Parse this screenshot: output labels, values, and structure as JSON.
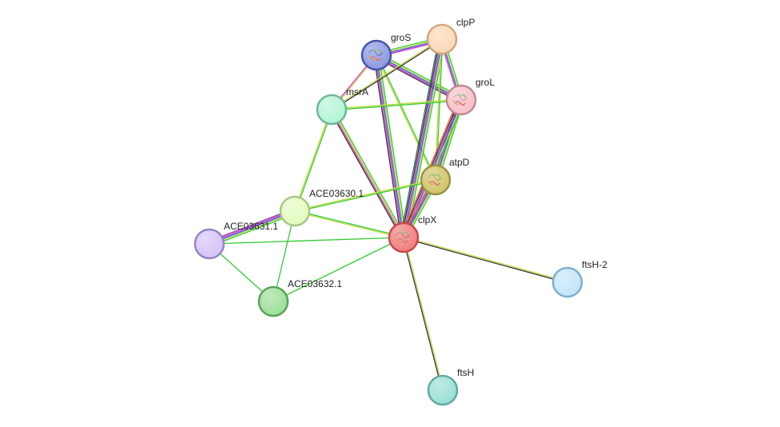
{
  "diagram": {
    "type": "protein-interaction-network",
    "edge_colors": {
      "green": "#33cc33",
      "yellow_green": "#c8d840",
      "blue": "#3355ee",
      "magenta": "#dd33cc",
      "black": "#333333",
      "dark_green": "#227755",
      "orange": "#ee7733",
      "purple": "#884499"
    },
    "nodes": [
      {
        "id": "clpP",
        "label": "clpP",
        "fill": "#fcd9b8",
        "stroke": "#d2a57e",
        "structure": false
      },
      {
        "id": "groS",
        "label": "groS",
        "fill": "#8c9ae0",
        "stroke": "#4652a8",
        "structure": true
      },
      {
        "id": "groL",
        "label": "groL",
        "fill": "#f7c1c8",
        "stroke": "#c28a90",
        "structure": true
      },
      {
        "id": "msrA",
        "label": "msrA",
        "fill": "#b5f5d6",
        "stroke": "#6cb898",
        "structure": false
      },
      {
        "id": "atpD",
        "label": "atpD",
        "fill": "#cfc66a",
        "stroke": "#9a9240",
        "structure": true
      },
      {
        "id": "ACE03630.1",
        "label": "ACE03630.1",
        "fill": "#e4fcc0",
        "stroke": "#a6c684",
        "structure": false
      },
      {
        "id": "clpX",
        "label": "clpX",
        "fill": "#f08080",
        "stroke": "#c84848",
        "structure": true
      },
      {
        "id": "ACE03631.1",
        "label": "ACE03631.1",
        "fill": "#d6c4f7",
        "stroke": "#9384c4",
        "structure": false
      },
      {
        "id": "ACE03632.1",
        "label": "ACE03632.1",
        "fill": "#9ee09a",
        "stroke": "#5aa258",
        "structure": false
      },
      {
        "id": "ftsH-2",
        "label": "ftsH-2",
        "fill": "#c4e6fa",
        "stroke": "#7eaecc",
        "structure": false
      },
      {
        "id": "ftsH",
        "label": "ftsH",
        "fill": "#9ce0d6",
        "stroke": "#5eaaa0",
        "structure": false
      }
    ],
    "edges": [
      {
        "source": "groS",
        "target": "clpP",
        "colors": [
          "green",
          "yellow_green",
          "blue",
          "magenta"
        ]
      },
      {
        "source": "groS",
        "target": "groL",
        "colors": [
          "green",
          "yellow_green",
          "blue",
          "magenta",
          "black"
        ]
      },
      {
        "source": "groS",
        "target": "msrA",
        "colors": [
          "yellow_green",
          "magenta"
        ]
      },
      {
        "source": "groS",
        "target": "clpX",
        "colors": [
          "green",
          "yellow_green",
          "blue",
          "magenta",
          "black"
        ]
      },
      {
        "source": "groS",
        "target": "atpD",
        "colors": [
          "green",
          "yellow_green"
        ]
      },
      {
        "source": "clpP",
        "target": "groL",
        "colors": [
          "green",
          "yellow_green",
          "blue",
          "magenta"
        ]
      },
      {
        "source": "clpP",
        "target": "msrA",
        "colors": [
          "black",
          "yellow_green"
        ]
      },
      {
        "source": "clpP",
        "target": "clpX",
        "colors": [
          "green",
          "yellow_green",
          "blue",
          "magenta",
          "black",
          "dark_green"
        ]
      },
      {
        "source": "clpP",
        "target": "atpD",
        "colors": [
          "green",
          "yellow_green"
        ]
      },
      {
        "source": "groL",
        "target": "msrA",
        "colors": [
          "green",
          "yellow_green"
        ]
      },
      {
        "source": "groL",
        "target": "atpD",
        "colors": [
          "green",
          "yellow_green",
          "blue",
          "magenta",
          "black"
        ]
      },
      {
        "source": "groL",
        "target": "clpX",
        "colors": [
          "green",
          "yellow_green",
          "blue",
          "magenta",
          "black",
          "orange"
        ]
      },
      {
        "source": "msrA",
        "target": "clpX",
        "colors": [
          "green",
          "yellow_green",
          "magenta",
          "black"
        ]
      },
      {
        "source": "msrA",
        "target": "ACE03630.1",
        "colors": [
          "green",
          "yellow_green"
        ]
      },
      {
        "source": "atpD",
        "target": "clpX",
        "colors": [
          "green",
          "yellow_green",
          "blue",
          "magenta",
          "orange"
        ]
      },
      {
        "source": "atpD",
        "target": "ACE03630.1",
        "colors": [
          "green",
          "yellow_green"
        ]
      },
      {
        "source": "ACE03630.1",
        "target": "clpX",
        "colors": [
          "green",
          "yellow_green"
        ]
      },
      {
        "source": "ACE03630.1",
        "target": "ACE03631.1",
        "colors": [
          "green",
          "yellow_green",
          "blue",
          "magenta",
          "purple"
        ]
      },
      {
        "source": "ACE03630.1",
        "target": "ACE03632.1",
        "colors": [
          "green"
        ]
      },
      {
        "source": "ACE03631.1",
        "target": "clpX",
        "colors": [
          "green"
        ]
      },
      {
        "source": "ACE03631.1",
        "target": "ACE03632.1",
        "colors": [
          "green"
        ]
      },
      {
        "source": "ACE03632.1",
        "target": "clpX",
        "colors": [
          "green"
        ]
      },
      {
        "source": "clpX",
        "target": "ftsH-2",
        "colors": [
          "yellow_green",
          "black"
        ]
      },
      {
        "source": "clpX",
        "target": "ftsH",
        "colors": [
          "yellow_green",
          "black"
        ]
      }
    ]
  }
}
